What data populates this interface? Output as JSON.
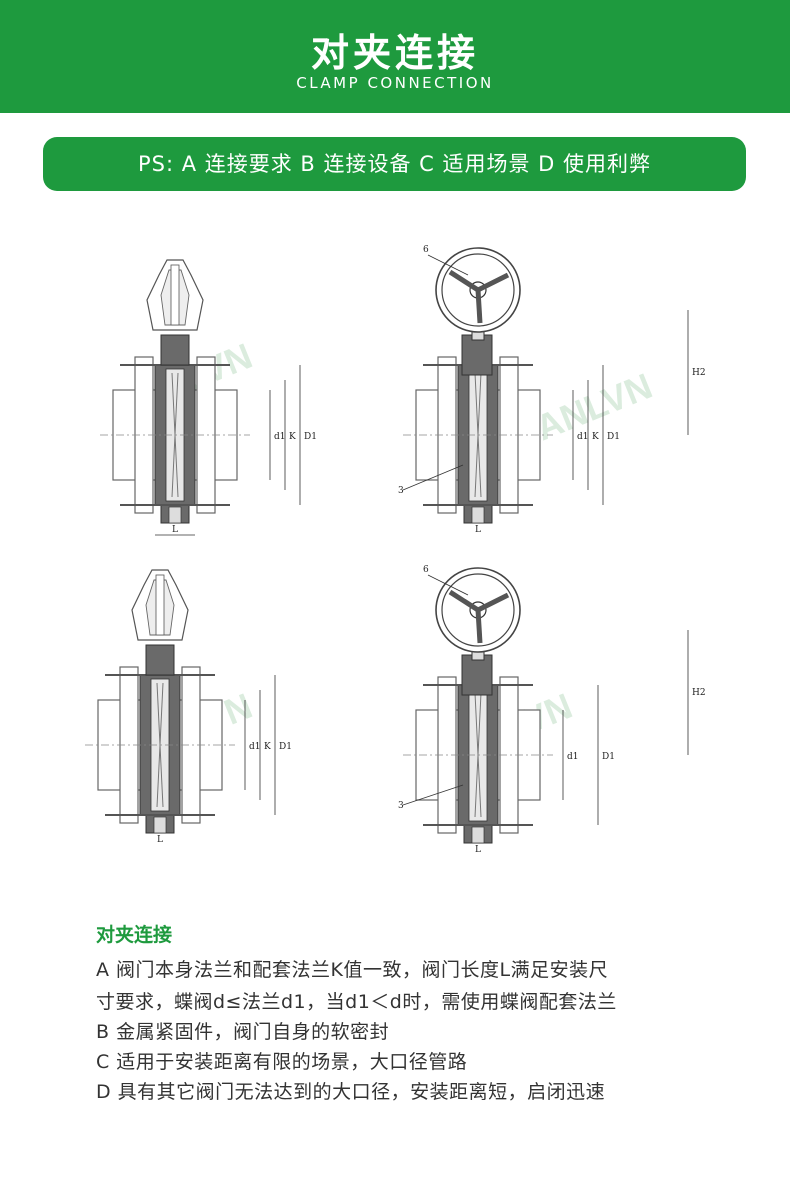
{
  "header": {
    "title": "对夹连接",
    "subtitle": "CLAMP CONNECTION"
  },
  "ps_bar": {
    "text": "PS: A 连接要求  B 连接设备  C 适用场景  D 使用利弊"
  },
  "diagrams": {
    "labels": {
      "d1": "d1",
      "K": "K",
      "D1": "D1",
      "L": "L",
      "H2": "H2",
      "callout_6": "6",
      "callout_3": "3"
    },
    "watermark": "SANLVN",
    "icons": [
      "butterfly-valve-lever-drawing",
      "butterfly-valve-gear-drawing"
    ]
  },
  "description": {
    "title": "对夹连接",
    "lines": [
      "A  阀门本身法兰和配套法兰K值一致，阀门长度L满足安装尺",
      "寸要求，蝶阀d≤法兰d1，当d1＜d时，需使用蝶阀配套法兰",
      "B  金属紧固件，阀门自身的软密封",
      "C  适用于安装距离有限的场景，大口径管路",
      "D 具有其它阀门无法达到的大口径，安装距离短，启闭迅速"
    ]
  },
  "colors": {
    "brand_green": "#1e9a3e",
    "text_gray": "#333333",
    "watermark_green": "#cfe6d3"
  }
}
